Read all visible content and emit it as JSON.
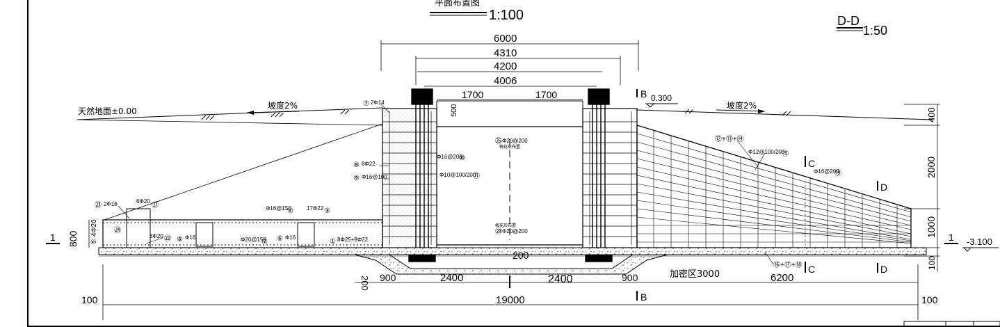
{
  "drawing": {
    "plan_title": "平面布置图",
    "plan_scale": "1:100",
    "section_title": "D-D",
    "section_scale": "1:50",
    "left_section_mark": "1",
    "right_section_mark": "1",
    "level_left": "天然地面±0.00",
    "level_right_top": "0.300",
    "level_right_bottom": "-3.100",
    "slope_left": "坡度2%",
    "slope_right": "坡度2%",
    "cut_marks": {
      "b_top": "B",
      "b_bottom": "B",
      "c_top": "C",
      "c_bottom": "C",
      "d_top": "D",
      "d_bottom": "D"
    }
  },
  "dimensions": {
    "top": [
      "6000",
      "4310",
      "4200",
      "4006"
    ],
    "pit_left": "1700",
    "pit_right": "1700",
    "pit_depth": "500",
    "pit_gap": "200",
    "bottom_segments": [
      "900",
      "2400",
      "2400",
      "900"
    ],
    "densified_zone": "加密区3000",
    "right_length": "6200",
    "total": "19000",
    "end_left": "100",
    "end_right": "100",
    "left_height": "800",
    "left_sub": "4Φ20",
    "left_sub_mark": "⑤",
    "right_heights": [
      "400",
      "2000",
      "1000",
      "100"
    ],
    "base_thickness": "200"
  },
  "annotations": {
    "top_left_bar": "2Φ14",
    "top_left_bar_no": "⑦",
    "wall_bar_a": "8Φ22",
    "wall_bar_a_no": "⑧",
    "wall_bar_b": "Φ16@100",
    "wall_bar_b_no": "⑨",
    "inner_bar_a": "Φ16@200",
    "inner_bar_a_no": "⑩",
    "inner_bar_b": "Φ10@100/200",
    "inner_bar_b_no": "⑪",
    "pit_tie_top": "Φ20@200",
    "pit_tie_top_no": "㉕",
    "pit_tie_top_desc": "梅花形布置",
    "pit_tie_bottom": "Φ20@200",
    "pit_tie_bottom_no": "㉙",
    "pit_tie_bottom_desc": "梅花形布置",
    "end_top_bar": "2Φ16",
    "end_top_bar_no": "㉓",
    "end_top_bar2": "6Φ20",
    "end_top_bar2_no": "㉑",
    "end_mid_no": "㉔",
    "end_bot_bar": "6Φ20",
    "end_bot_bar_no": "㉒",
    "beam_bar_top": "Φ16@150",
    "beam_bar_top_no": "④",
    "beam_bar_right": "17Φ22",
    "beam_bar_right_no": "③",
    "beam_bar_mid": "Φ20@150",
    "beam_bar_mid_no": "②",
    "beam_stirrup_a": "Φ16",
    "beam_stirrup_a_no": "⑥",
    "beam_stirrup_b": "Φ16",
    "beam_stirrup_b_no": "⑥",
    "beam_bottom_bar": "8Φ25+8Φ22",
    "beam_bottom_bar_no": "①",
    "ramp_label": "⑫+⑬+⑭",
    "ramp_bar_a": "Φ12@100/200",
    "ramp_bar_a_no": "⑮",
    "ramp_bar_b": "Φ16@200",
    "ramp_bar_b_no": "⑲",
    "ramp_bottom_label": "⑯+⑰+⑱"
  }
}
